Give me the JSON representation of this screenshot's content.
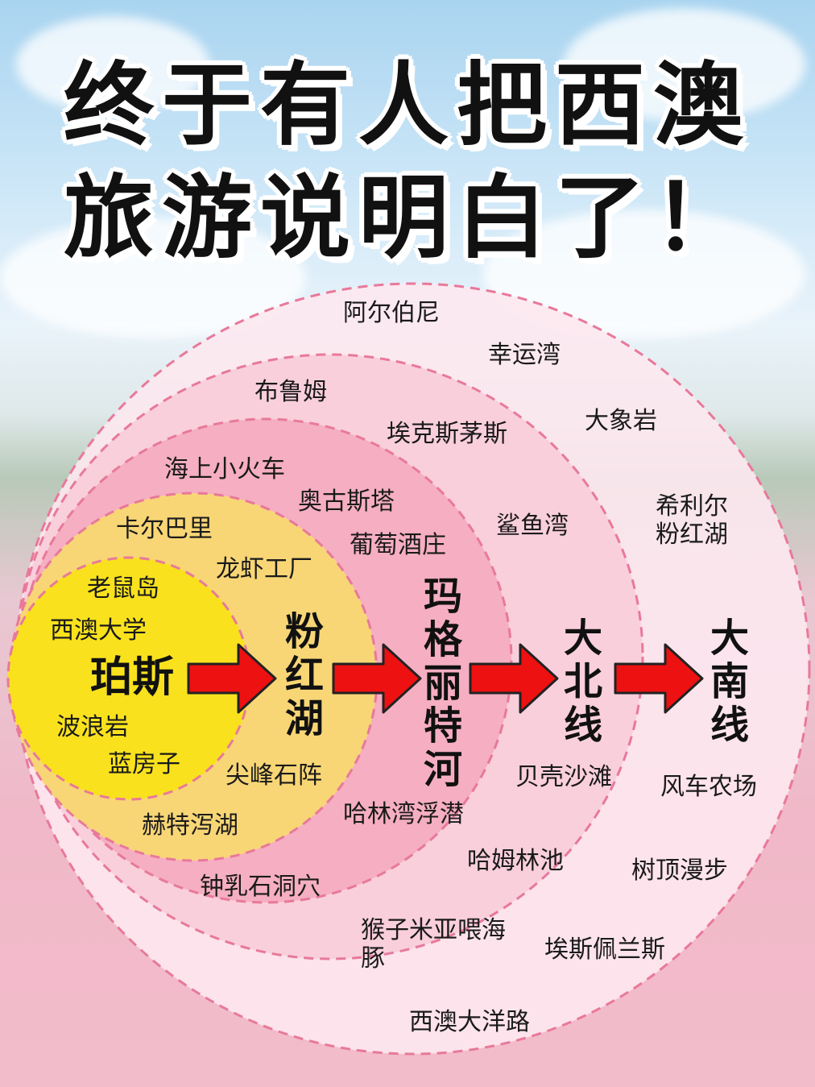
{
  "title": {
    "line1": "终于有人把西澳",
    "line2": "旅游说明白了！"
  },
  "colors": {
    "outer_ring": "#fde8ef",
    "ring2": "#f9cfdc",
    "ring3": "#f5aec2",
    "ring4": "#f8d676",
    "core": "#f9e21d",
    "dash": "#e8799a",
    "arrow": "#ee1111"
  },
  "rings": {
    "core": {
      "name": "珀斯",
      "places": [
        "老鼠岛",
        "西澳大学",
        "波浪岩",
        "蓝房子"
      ]
    },
    "pink_lake": {
      "name": "粉红湖",
      "places": [
        "卡尔巴里",
        "龙虾工厂",
        "尖峰石阵",
        "赫特泻湖"
      ]
    },
    "margaret_river": {
      "name": "玛格丽特河",
      "places": [
        "海上小火车",
        "奥古斯塔",
        "葡萄酒庄",
        "哈林湾浮潜",
        "钟乳石洞穴"
      ]
    },
    "north": {
      "name": "大北线",
      "places": [
        "布鲁姆",
        "埃克斯茅斯",
        "鲨鱼湾",
        "贝壳沙滩",
        "哈姆林池",
        "猴子米亚喂海豚"
      ]
    },
    "south": {
      "name": "大南线",
      "places": [
        "阿尔伯尼",
        "幸运湾",
        "大象岩",
        "希利尔粉红湖",
        "风车农场",
        "树顶漫步",
        "埃斯佩兰斯",
        "西澳大洋路"
      ]
    }
  }
}
